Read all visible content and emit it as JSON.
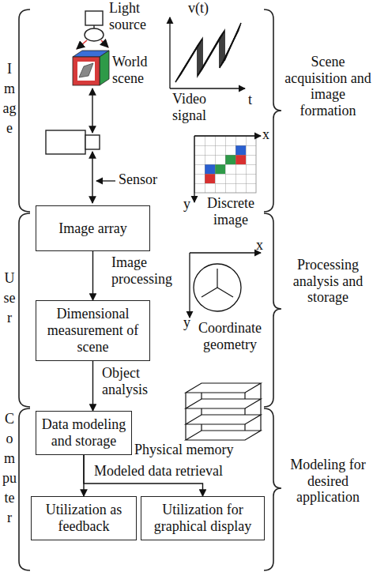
{
  "diagram": {
    "nodes": [
      {
        "text": [
          "Image array"
        ]
      },
      {
        "text": [
          "Dimensional measurement of scene"
        ]
      },
      {
        "text": [
          "Data modeling and storage"
        ]
      },
      {
        "text": [
          "Utilization as feedback"
        ]
      },
      {
        "text": [
          "Utilization for graphical display"
        ]
      }
    ],
    "edges": [
      {
        "from": 0,
        "to": 1,
        "arrow": "to",
        "label": "Image processing"
      },
      {
        "from": 1,
        "to": 2,
        "arrow": "to",
        "label": "Object analysis"
      },
      {
        "from": 2,
        "to": 3,
        "arrow": "to",
        "label": "Modeled data retrieval"
      },
      {
        "from": 2,
        "to": 4,
        "arrow": "to"
      }
    ],
    "labels": [
      "Image",
      "User",
      "Computer",
      "Light source",
      "World scene",
      "v(t)",
      "Video signal",
      "t",
      "Sensor",
      "x",
      "y",
      "Discrete image",
      "x",
      "y",
      "Coordinate geometry",
      "Physical memory",
      "Scene acquisition and image formation",
      "Processing analysis and storage",
      "Modeling for desired application"
    ]
  }
}
